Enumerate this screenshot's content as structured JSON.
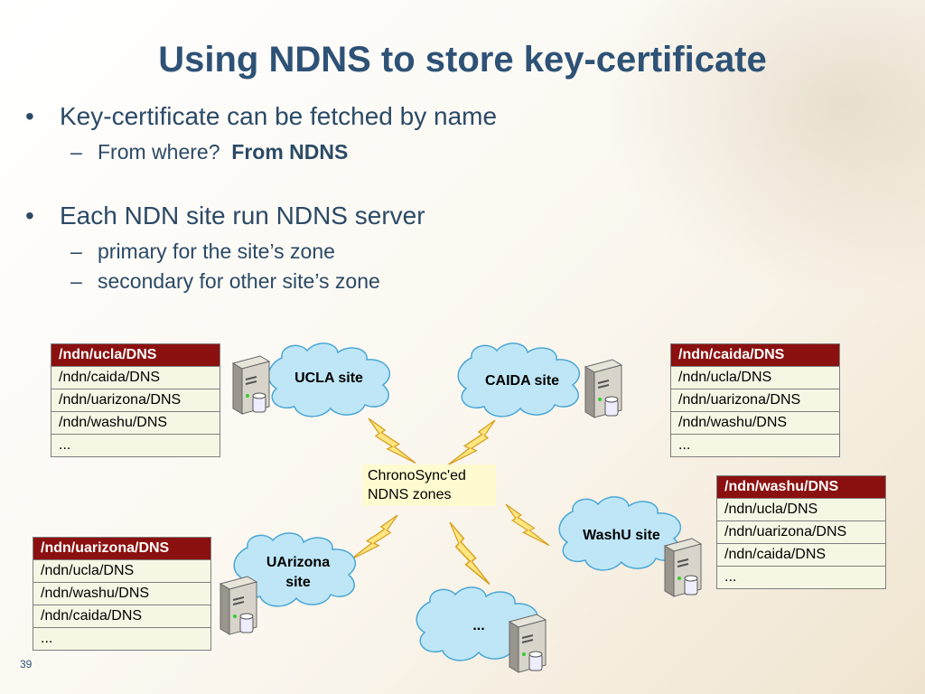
{
  "slide": {
    "title": "Using NDNS to store key-certificate",
    "bullet1": "Key-certificate can be fetched by name",
    "sub1_text": "From where?",
    "sub1_bold": "From NDNS",
    "bullet2": "Each NDN site run NDNS server",
    "sub2": "primary for the site’s zone",
    "sub3": "secondary for other site’s zone",
    "bullet_symbol": "•",
    "dash_symbol": "–",
    "page_number": "39"
  },
  "diagram": {
    "note": [
      "ChronoSync'ed",
      "NDNS zones"
    ],
    "sites": {
      "ucla": "UCLA site",
      "caida": "CAIDA site",
      "washu": "WashU site",
      "uarizona_line1": "UArizona",
      "uarizona_line2": "site",
      "other": "..."
    },
    "tables": {
      "ucla": [
        "/ndn/ucla/DNS",
        "/ndn/caida/DNS",
        "/ndn/uarizona/DNS",
        "/ndn/washu/DNS",
        "..."
      ],
      "caida": [
        "/ndn/caida/DNS",
        "/ndn/ucla/DNS",
        "/ndn/uarizona/DNS",
        "/ndn/washu/DNS",
        "..."
      ],
      "washu": [
        "/ndn/washu/DNS",
        "/ndn/ucla/DNS",
        "/ndn/uarizona/DNS",
        "/ndn/caida/DNS",
        "..."
      ],
      "uarizona": [
        "/ndn/uarizona/DNS",
        "/ndn/ucla/DNS",
        "/ndn/washu/DNS",
        "/ndn/caida/DNS",
        "..."
      ]
    },
    "colors": {
      "header_bg": "#8b1010",
      "cell_bg": "#f6f6e4",
      "cloud_fill": "#bfe6f6",
      "cloud_stroke": "#4aa7d6",
      "note_bg": "#fffbd0",
      "title": "#2e5276"
    }
  }
}
